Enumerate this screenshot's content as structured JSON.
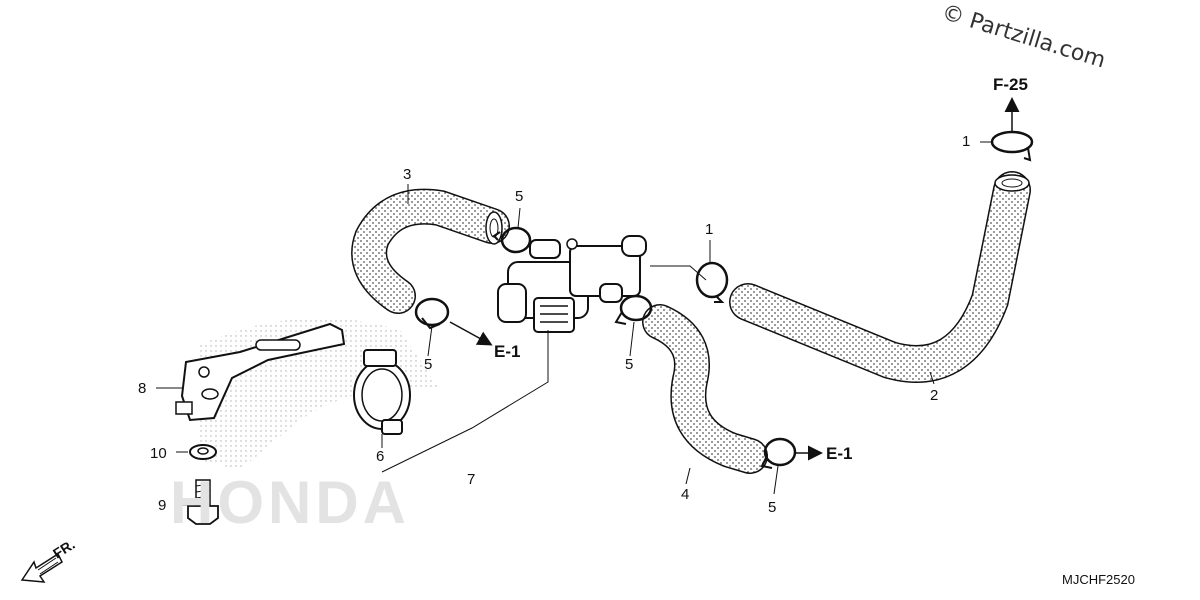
{
  "watermark": "© Partzilla.com",
  "diagram_code": "MJCHF2520",
  "front_indicator": "FR.",
  "background_logo": "HONDA",
  "refs": {
    "f25": "F-25",
    "e1_left": "E-1",
    "e1_right": "E-1"
  },
  "callouts": {
    "c1_top": "1",
    "c1_mid": "1",
    "c2": "2",
    "c3": "3",
    "c4": "4",
    "c5_top": "5",
    "c5_left": "5",
    "c5_mid": "5",
    "c5_bottom": "5",
    "c6": "6",
    "c7": "7",
    "c8": "8",
    "c9": "9",
    "c10": "10"
  }
}
